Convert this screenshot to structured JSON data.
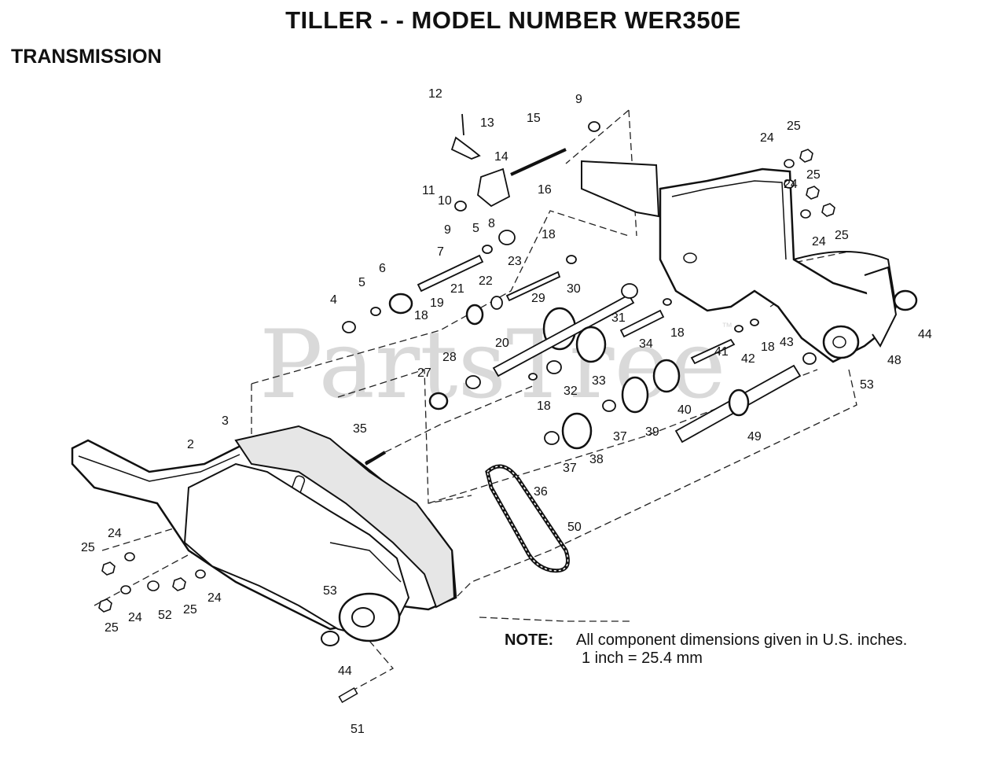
{
  "header": {
    "title": "TILLER - - MODEL NUMBER WER350E",
    "section": "TRANSMISSION"
  },
  "watermark": {
    "text": "PartsTree",
    "mark": "™"
  },
  "note": {
    "label": "NOTE:",
    "line1": "All component dimensions given in U.S. inches.",
    "line2": "1 inch = 25.4 mm"
  },
  "callouts": [
    "12",
    "13",
    "15",
    "9",
    "14",
    "11",
    "10",
    "16",
    "9",
    "8",
    "5",
    "7",
    "18",
    "6",
    "4",
    "5",
    "23",
    "22",
    "21",
    "19",
    "18",
    "20",
    "29",
    "30",
    "31",
    "18",
    "34",
    "28",
    "27",
    "33",
    "32",
    "18",
    "42",
    "18",
    "43",
    "41",
    "40",
    "39",
    "37",
    "38",
    "37",
    "36",
    "49",
    "35",
    "3",
    "2",
    "50",
    "24",
    "25",
    "25",
    "24",
    "25",
    "24",
    "24",
    "25",
    "44",
    "48",
    "53",
    "25",
    "24",
    "52",
    "25",
    "24",
    "53",
    "44",
    "51"
  ]
}
